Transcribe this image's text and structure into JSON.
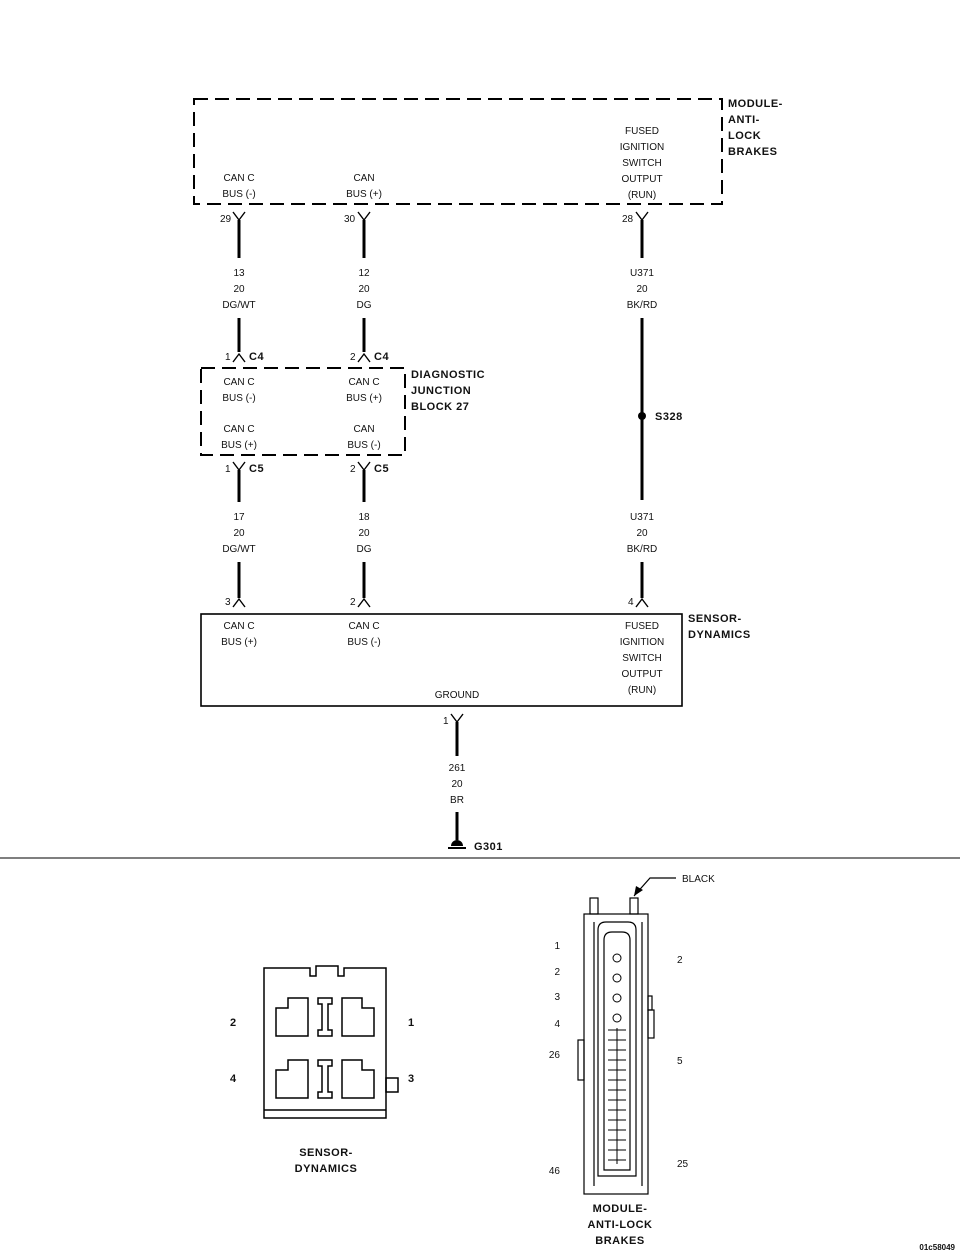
{
  "modules": {
    "abs": {
      "title": [
        "MODULE-",
        "ANTI-",
        "LOCK",
        "BRAKES"
      ],
      "pins": [
        {
          "label": [
            "CAN C",
            "BUS (-)"
          ],
          "pin": "29"
        },
        {
          "label": [
            "CAN",
            "BUS (+)"
          ],
          "pin": "30"
        },
        {
          "label": [
            "FUSED",
            "IGNITION",
            "SWITCH",
            "OUTPUT",
            "(RUN)"
          ],
          "pin": "28"
        }
      ]
    },
    "djb": {
      "title": [
        "DIAGNOSTIC",
        "JUNCTION",
        "BLOCK 27"
      ],
      "top": [
        {
          "label": [
            "CAN C",
            "BUS (-)"
          ],
          "pin": "1",
          "conn": "C4"
        },
        {
          "label": [
            "CAN C",
            "BUS (+)"
          ],
          "pin": "2",
          "conn": "C4"
        }
      ],
      "bottom": [
        {
          "label": [
            "CAN C",
            "BUS (+)"
          ],
          "pin": "1",
          "conn": "C5"
        },
        {
          "label": [
            "CAN",
            "BUS (-)"
          ],
          "pin": "2",
          "conn": "C5"
        }
      ]
    },
    "sensor": {
      "title": [
        "SENSOR-",
        "DYNAMICS"
      ],
      "pins": [
        {
          "label": [
            "CAN C",
            "BUS (+)"
          ],
          "pin": "3"
        },
        {
          "label": [
            "CAN C",
            "BUS (-)"
          ],
          "pin": "2"
        },
        {
          "label": [
            "FUSED",
            "IGNITION",
            "SWITCH",
            "OUTPUT",
            "(RUN)"
          ],
          "pin": "4"
        },
        {
          "label": [
            "GROUND"
          ],
          "pin": "1"
        }
      ]
    }
  },
  "wires": {
    "w1_upper": [
      "13",
      "20",
      "DG/WT"
    ],
    "w2_upper": [
      "12",
      "20",
      "DG"
    ],
    "w3_upper": [
      "U371",
      "20",
      "BK/RD"
    ],
    "w1_lower": [
      "17",
      "20",
      "DG/WT"
    ],
    "w2_lower": [
      "18",
      "20",
      "DG"
    ],
    "w3_lower": [
      "U371",
      "20",
      "BK/RD"
    ],
    "ground": [
      "261",
      "20",
      "BR"
    ]
  },
  "splice": "S328",
  "ground_point": "G301",
  "connector_views": {
    "sensor": {
      "title": [
        "SENSOR-",
        "DYNAMICS"
      ],
      "pins": [
        "2",
        "1",
        "4",
        "3"
      ]
    },
    "abs": {
      "title": [
        "MODULE-",
        "ANTI-LOCK",
        "BRAKES"
      ],
      "color": "BLACK",
      "left_pins": [
        "1",
        "2",
        "3",
        "4",
        "26",
        "46"
      ],
      "right_pins": [
        "2",
        "5",
        "25"
      ]
    }
  },
  "figure_id": "01c58049"
}
